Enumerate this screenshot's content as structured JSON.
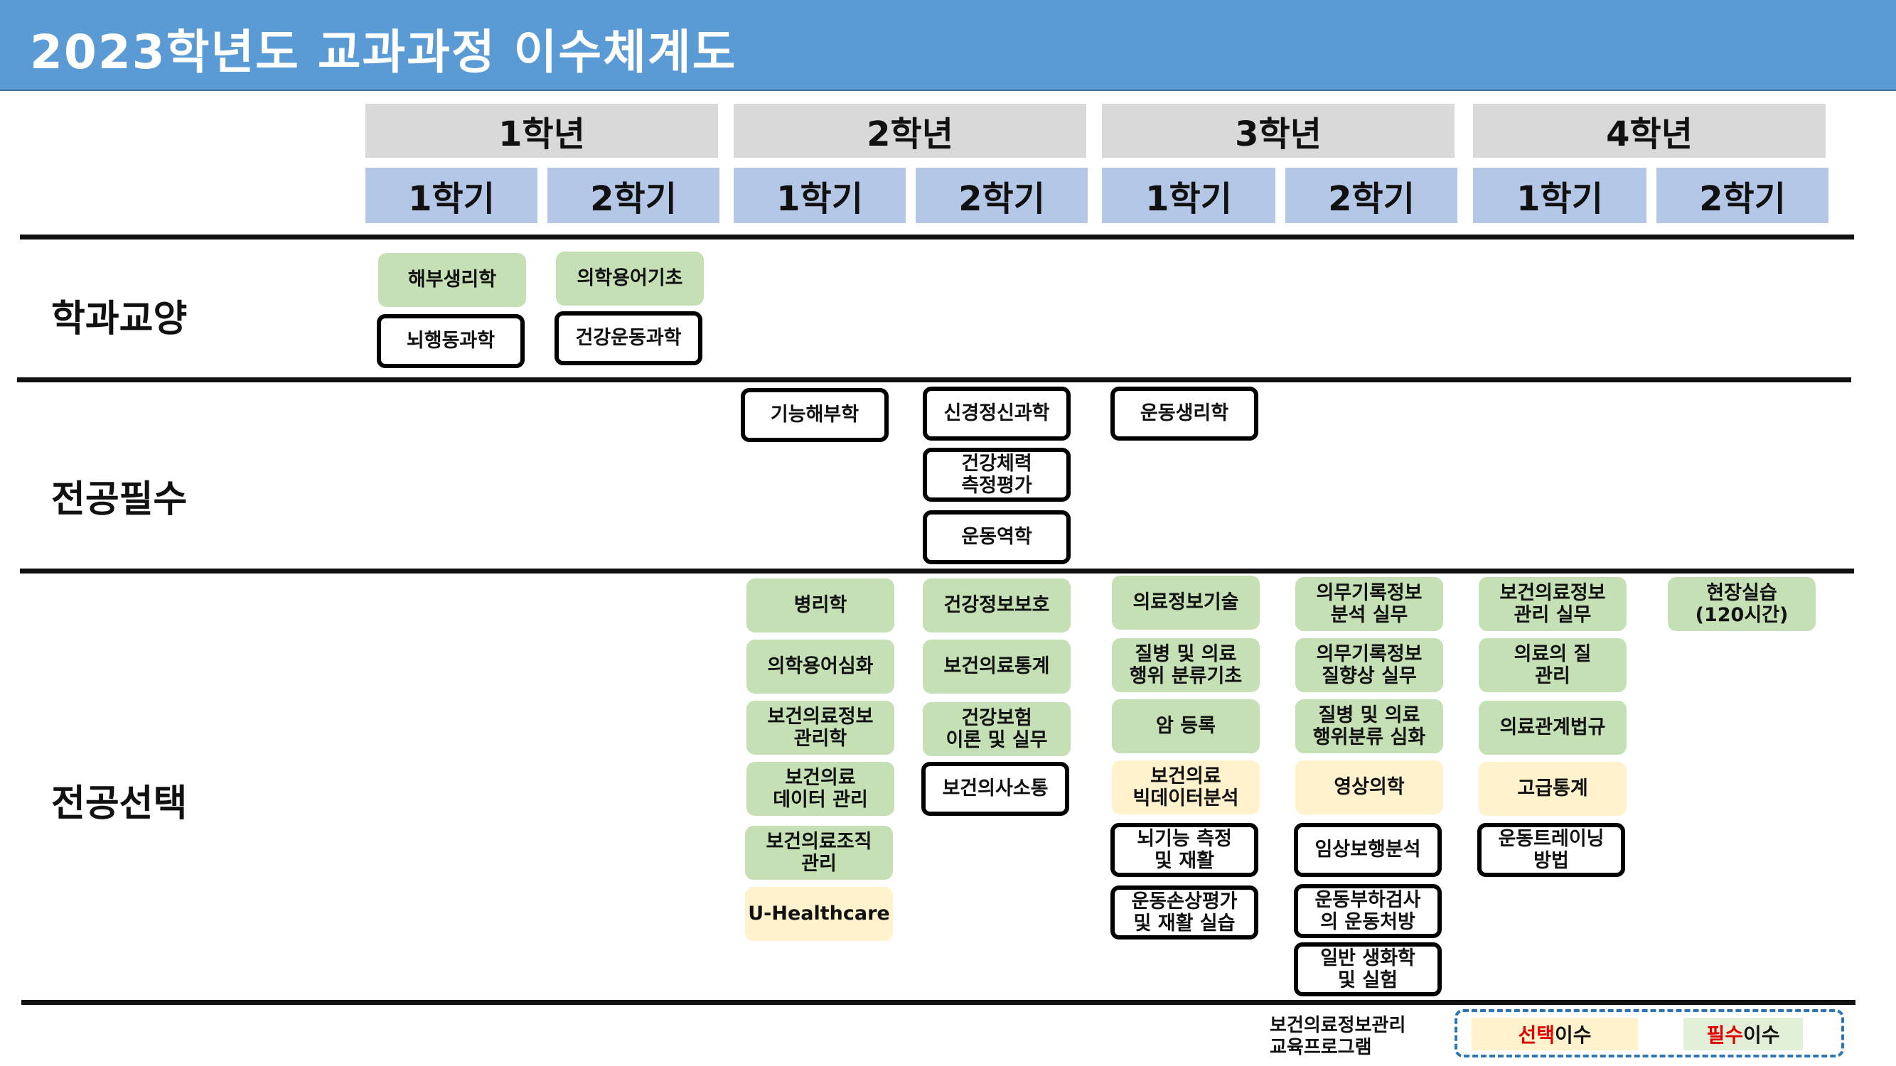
{
  "title": "2023학년도 교과과정 이수체계도",
  "years": [
    "1학년",
    "2학년",
    "3학년",
    "4학년"
  ],
  "semesters": [
    "1학기",
    "2학기",
    "1학기",
    "2학기",
    "1학기",
    "2학기",
    "1학기",
    "2학기"
  ],
  "rows": {
    "dept_liberal": "학과교양",
    "major_required": "전공필수",
    "major_elective": "전공선택"
  },
  "courses": {
    "anatomy_physiology": "해부생리학",
    "medical_terms_basic": "의학용어기초",
    "neuro_behavior": "뇌행동과학",
    "health_exercise": "건강운동과학",
    "functional_anatomy": "기능해부학",
    "neuropsychiatry": "신경정신과학",
    "fitness_assessment": "건강체력\n측정평가",
    "kinetics": "운동역학",
    "exercise_physiology": "운동생리학",
    "pathology": "병리학",
    "medical_terms_adv": "의학용어심화",
    "him_mgmt": "보건의료정보\n관리학",
    "health_data_mgmt": "보건의료\n데이터 관리",
    "health_org_mgmt": "보건의료조직\n관리",
    "u_healthcare": "U-Healthcare",
    "health_info_protection": "건강정보보호",
    "health_statistics": "보건의료통계",
    "health_insurance": "건강보험\n이론 및 실무",
    "health_communication": "보건의사소통",
    "medical_info_tech": "의료정보기술",
    "disease_classification_basic": "질병 및 의료\n행위 분류기초",
    "cancer_registry": "암 등록",
    "health_bigdata": "보건의료\n빅데이터분석",
    "brain_function_rehab": "뇌기능 측정\n및 재활",
    "sports_injury_rehab": "운동손상평가\n및 재활 실습",
    "record_analysis_practice": "의무기록정보\n분석 실무",
    "record_quality_practice": "의무기록정보\n질향상 실무",
    "disease_classification_adv": "질병 및 의료\n행위분류 심화",
    "imaging_medicine": "영상의학",
    "clinical_gait": "임상보행분석",
    "exercise_stress_test": "운동부하검사\n의 운동처방",
    "biochemistry": "일반 생화학\n및 실험",
    "him_practice": "보건의료정보\n관리 실무",
    "medical_quality": "의료의 질\n관리",
    "medical_law": "의료관계법규",
    "advanced_statistics": "고급통계",
    "training_methods": "운동트레이닝\n방법",
    "field_practice": "현장실습\n(120시간)"
  },
  "legend": {
    "program": "보건의료정보관리\n교육프로그램",
    "elective_highlight": "선택",
    "elective_rest": "이수",
    "required_highlight": "필수",
    "required_rest": "이수"
  },
  "colors": {
    "title_bar": "#5b9bd5",
    "year_header": "#d9d9d9",
    "semester_header": "#b4c7e7",
    "green_course": "#c5e0b4",
    "yellow_course": "#fff2cc",
    "legend_highlight": "#e00000",
    "legend_border": "#2e75b6"
  }
}
